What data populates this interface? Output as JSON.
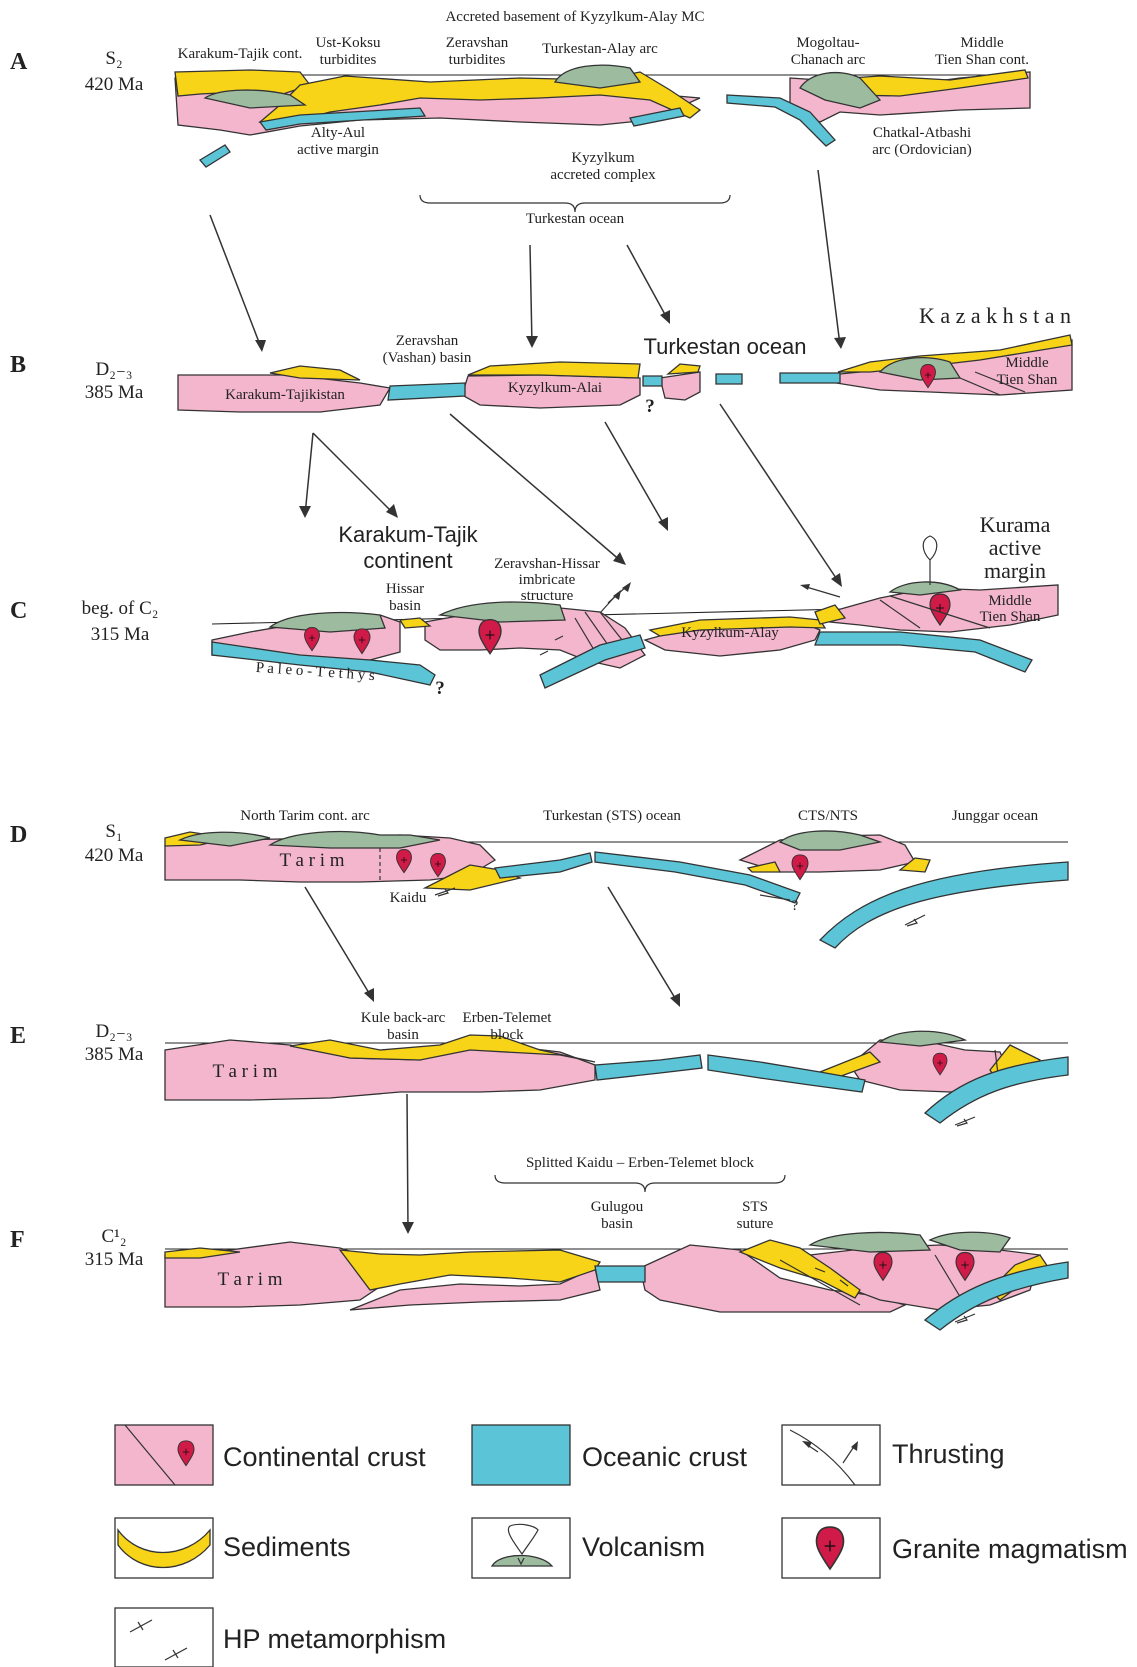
{
  "colors": {
    "continental_crust": "#f4b6cc",
    "oceanic_crust": "#5bc4d6",
    "sediments": "#f7d417",
    "volcanism": "#9dbb9f",
    "granite": "#d01a47"
  },
  "top_label": "Accreted basement of Kyzylkum-Alay MC",
  "panels": {
    "A": {
      "letter": "A",
      "stage": "S₂",
      "age": "420 Ma",
      "labels": {
        "karakum": "Karakum-Tajik cont.",
        "ustkoksu1": "Ust-Koksu",
        "ustkoksu2": "turbidites",
        "zerav1": "Zeravshan",
        "zerav2": "turbidites",
        "turkalay": "Turkestan-Alay arc",
        "mogol1": "Mogoltau-",
        "mogol2": "Chanach arc",
        "mts1": "Middle",
        "mts2": "Tien Shan cont.",
        "alty1": "Alty-Aul",
        "alty2": "active margin",
        "kyzyl1": "Kyzylkum",
        "kyzyl2": "accreted complex",
        "chatkal1": "Chatkal-Atbashi",
        "chatkal2": "arc (Ordovician)",
        "turkocean": "Turkestan ocean"
      }
    },
    "B": {
      "letter": "B",
      "stage": "D₂₋₃",
      "age": "385 Ma",
      "labels": {
        "zerav1": "Zeravshan",
        "zerav2": "(Vashan) basin",
        "turkocean": "Turkestan ocean",
        "kazakh": "K a z a k h s t a n",
        "karakum": "Karakum-Tajikistan",
        "kyzyl": "Kyzylkum-Alai",
        "q": "?",
        "mts1": "Middle",
        "mts2": "Tien Shan"
      }
    },
    "C": {
      "letter": "C",
      "stage": "beg. of C₂",
      "age": "315 Ma",
      "labels": {
        "ktc1": "Karakum-Tajik",
        "ktc2": "continent",
        "hissar1": "Hissar",
        "hissar2": "basin",
        "zh1": "Zeravshan-Hissar",
        "zh2": "imbricate",
        "zh3": "structure",
        "kurama1": "Kurama",
        "kurama2": "active",
        "kurama3": "margin",
        "mts1": "Middle",
        "mts2": "Tien Shan",
        "kyzyl": "Kyzylkum-Alay",
        "paleo": "P a l e o - T e t h y s",
        "q": "?"
      }
    },
    "D": {
      "letter": "D",
      "stage": "S₁",
      "age": "420 Ma",
      "labels": {
        "ntarim": "North Tarim cont. arc",
        "turkocean": "Turkestan (STS) ocean",
        "ctsnts": "CTS/NTS",
        "junggar": "Junggar ocean",
        "tarim": "T a r i m",
        "kaidu": "Kaidu",
        "q": "?"
      }
    },
    "E": {
      "letter": "E",
      "stage": "D₂₋₃",
      "age": "385 Ma",
      "labels": {
        "kule1": "Kule back-arc",
        "kule2": "basin",
        "erben1": "Erben-Telemet",
        "erben2": "block",
        "tarim": "T a r i m"
      }
    },
    "F": {
      "letter": "F",
      "stage": "C¹₂",
      "age": "315 Ma",
      "labels": {
        "split": "Splitted Kaidu – Erben-Telemet block",
        "gulu1": "Gulugou",
        "gulu2": "basin",
        "sts1": "STS",
        "sts2": "suture",
        "tarim": "T a r i m"
      }
    }
  },
  "legend": {
    "continental": "Continental crust",
    "oceanic": "Oceanic crust",
    "thrusting": "Thrusting",
    "sediments": "Sediments",
    "volcanism": "Volcanism",
    "granite": "Granite magmatism",
    "hp": "HP metamorphism"
  }
}
